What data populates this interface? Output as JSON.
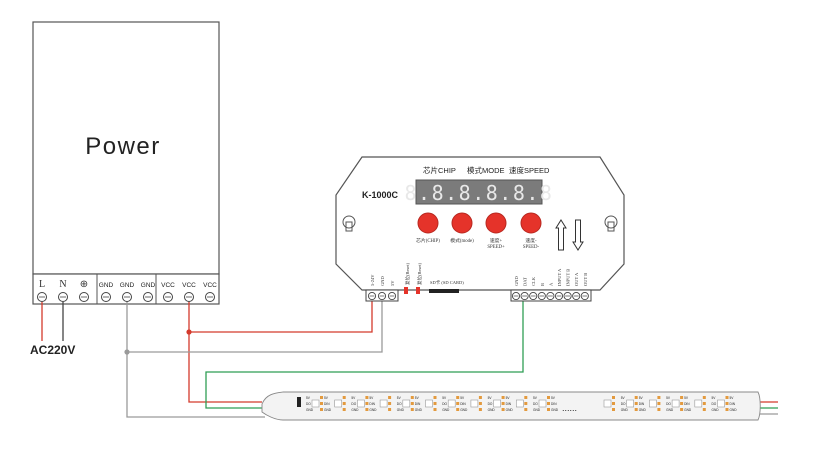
{
  "power_supply": {
    "title": "Power",
    "terminals": [
      "L",
      "N",
      "⊕",
      "GND",
      "GND",
      "GND",
      "VCC",
      "VCC",
      "VCC"
    ],
    "input_label": "AC220V"
  },
  "controller": {
    "model": "K-1000C",
    "header": {
      "chip": "芯片CHIP",
      "mode": "模式MODE",
      "speed": "速度SPEED"
    },
    "display": "8.8.8.8.8.8",
    "buttons": [
      "芯片(CHIP)",
      "模式(mode)",
      "速度+ SPEED+",
      "速度- SPEED-"
    ],
    "left_terminals": [
      "5-24V",
      "GND",
      "5V"
    ],
    "reset_labels": [
      "复位(Reset)",
      "复位(Reset)"
    ],
    "sd_label": "SD卡 (SD CARD)",
    "right_terminals": [
      "GND",
      "DAT",
      "CLK",
      "B",
      "A",
      "INPUT A",
      "INPUT B",
      "OUT A",
      "OUT B"
    ]
  },
  "strip": {
    "pin_labels": [
      "5V",
      "DIN",
      "GND"
    ],
    "pin_labels_out": [
      "5V",
      "DO",
      "GND"
    ],
    "ellipsis": "......"
  },
  "colors": {
    "vcc_wire": "#d43a2c",
    "gnd_wire": "#9a9a9a",
    "data_wire": "#2f9e55",
    "button_red": "#e5332a",
    "led_orange": "#e39a3e",
    "display_bg": "#7b7b7b"
  }
}
